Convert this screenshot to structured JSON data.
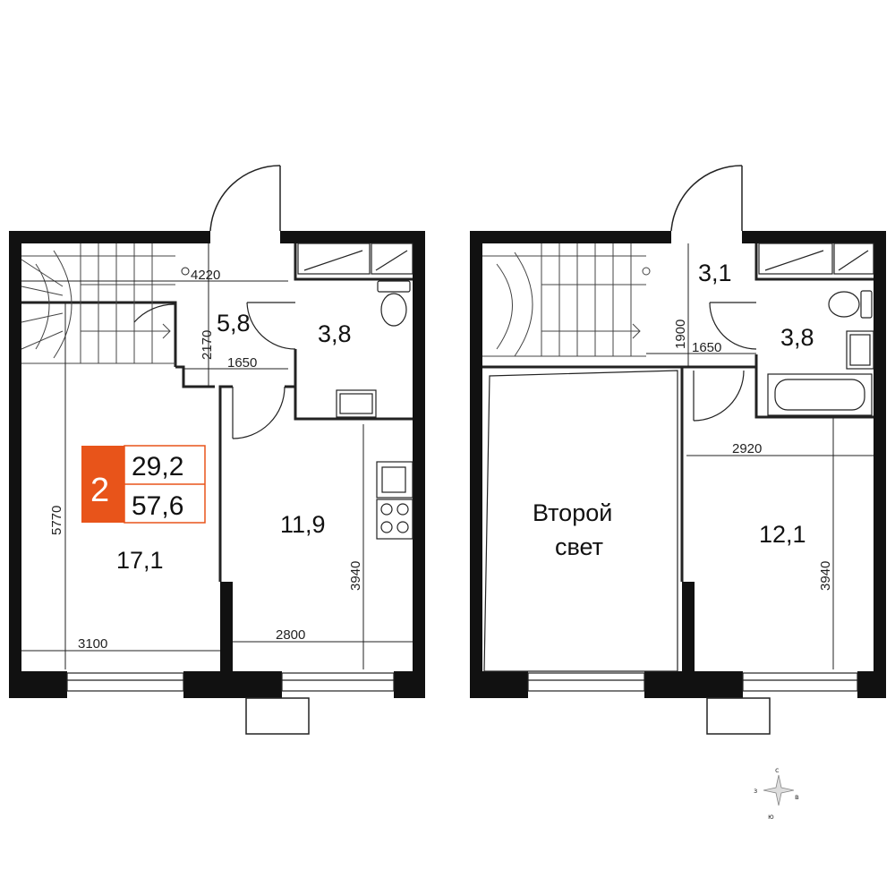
{
  "badge": {
    "rooms": "2",
    "living_area": "29,2",
    "total_area": "57,6",
    "accent_color": "#e8541a"
  },
  "floor1": {
    "rooms": {
      "hall": "5,8",
      "bathroom": "3,8",
      "living": "17,1",
      "kitchen": "11,9"
    },
    "dims": {
      "top_width": "4220",
      "hall_height": "2170",
      "hall_width": "1650",
      "living_height": "5770",
      "living_width": "3100",
      "kitchen_height": "3940",
      "kitchen_width": "2800"
    }
  },
  "floor2": {
    "rooms": {
      "hall": "3,1",
      "bathroom": "3,8",
      "void_line1": "Второй",
      "void_line2": "свет",
      "bedroom": "12,1"
    },
    "dims": {
      "hall_height": "1900",
      "hall_width": "1650",
      "bedroom_width": "2920",
      "bedroom_height": "3940"
    }
  },
  "compass": {
    "n": "с",
    "s": "ю",
    "e": "в",
    "w": "з"
  },
  "colors": {
    "wall": "#111111",
    "line": "#222222"
  }
}
